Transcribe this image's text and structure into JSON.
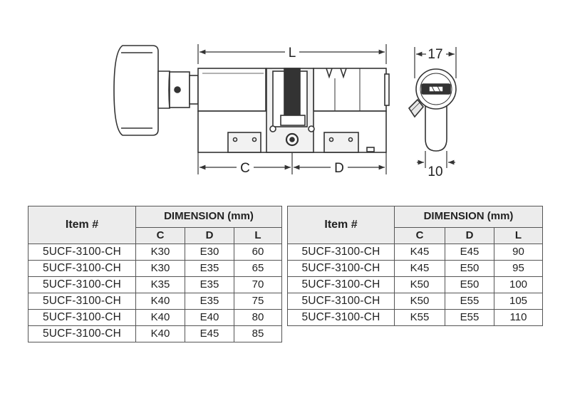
{
  "drawing": {
    "dim_labels": {
      "L": "L",
      "C": "C",
      "D": "D",
      "width_17": "17",
      "width_10": "10"
    }
  },
  "tables": [
    {
      "item_header": "Item #",
      "dimension_header": "DIMENSION (mm)",
      "columns": [
        "C",
        "D",
        "L"
      ],
      "rows": [
        [
          "5UCF-3100-CH",
          "K30",
          "E30",
          "60"
        ],
        [
          "5UCF-3100-CH",
          "K30",
          "E35",
          "65"
        ],
        [
          "5UCF-3100-CH",
          "K35",
          "E35",
          "70"
        ],
        [
          "5UCF-3100-CH",
          "K40",
          "E35",
          "75"
        ],
        [
          "5UCF-3100-CH",
          "K40",
          "E40",
          "80"
        ],
        [
          "5UCF-3100-CH",
          "K40",
          "E45",
          "85"
        ]
      ]
    },
    {
      "item_header": "Item #",
      "dimension_header": "DIMENSION (mm)",
      "columns": [
        "C",
        "D",
        "L"
      ],
      "rows": [
        [
          "5UCF-3100-CH",
          "K45",
          "E45",
          "90"
        ],
        [
          "5UCF-3100-CH",
          "K45",
          "E50",
          "95"
        ],
        [
          "5UCF-3100-CH",
          "K50",
          "E50",
          "100"
        ],
        [
          "5UCF-3100-CH",
          "K50",
          "E55",
          "105"
        ],
        [
          "5UCF-3100-CH",
          "K55",
          "E55",
          "110"
        ]
      ]
    }
  ]
}
